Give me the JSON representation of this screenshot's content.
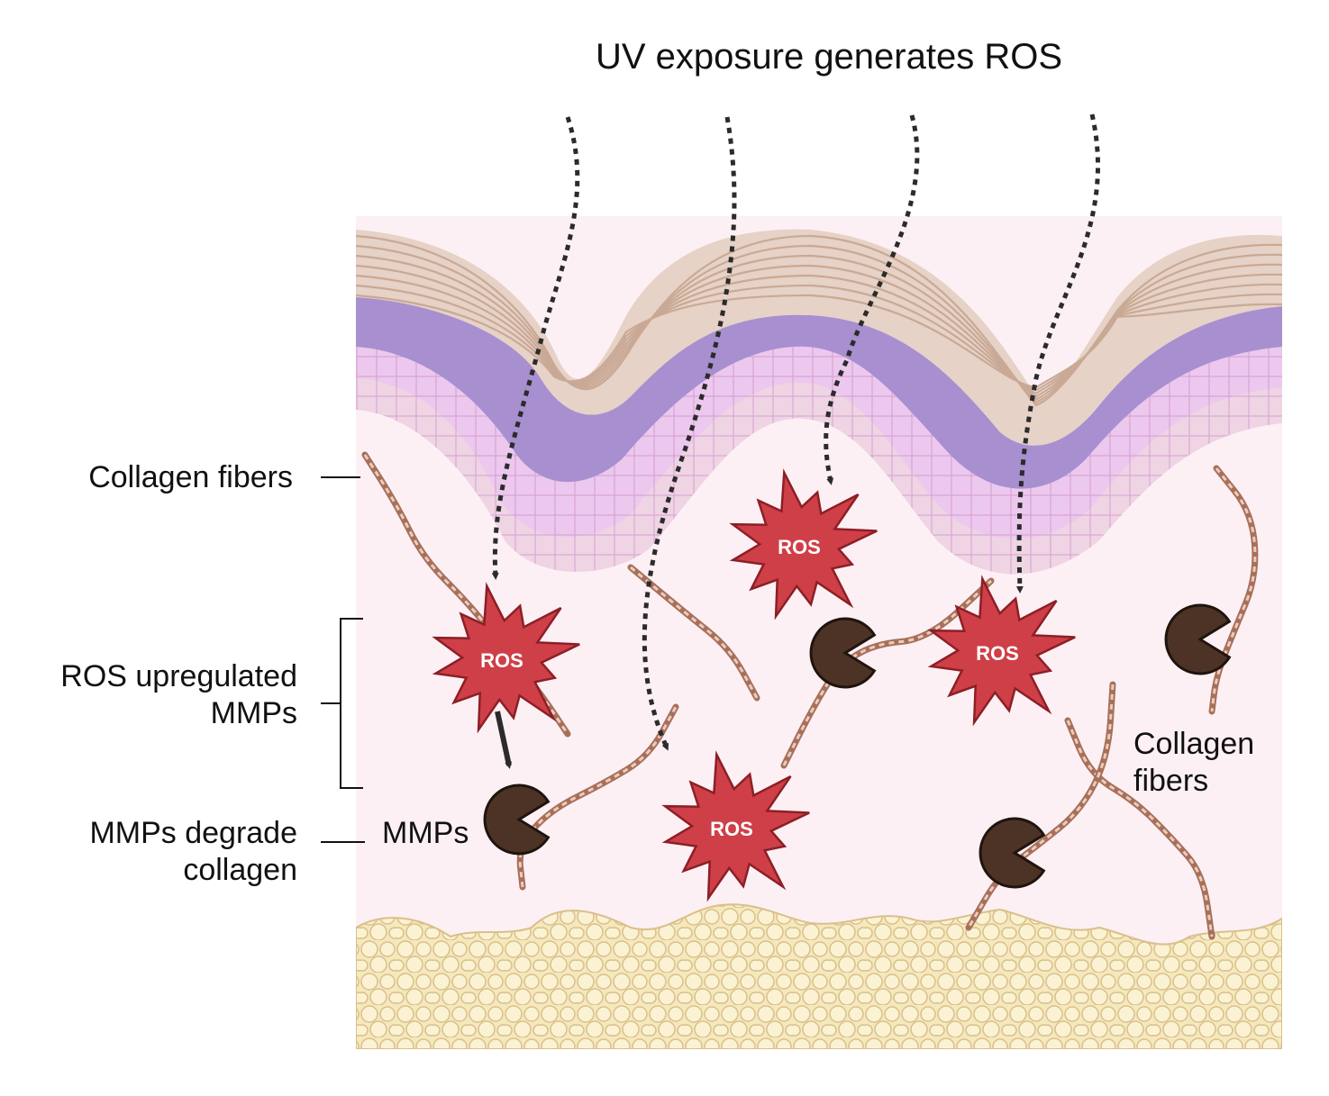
{
  "title": "UV exposure generates ROS",
  "labels": {
    "collagen_fibers_left": "Collagen fibers",
    "ros_upregulated_line1": "ROS upregulated",
    "ros_upregulated_line2": "MMPs",
    "mmps_degrade_line1": "MMPs degrade",
    "mmps_degrade_line2": "collagen",
    "mmps": "MMPs",
    "collagen_fibers_right_line1": "Collagen",
    "collagen_fibers_right_line2": "fibers"
  },
  "ros_label": "ROS",
  "colors": {
    "dermis": "#fcf0f5",
    "fat": "#f6e8bd",
    "fat_stroke": "#d9c08a",
    "ros_fill": "#cf3f47",
    "ros_stroke": "#8c1f26",
    "mmp_fill": "#4d3326",
    "stratum_corneum": "#c9a995",
    "basal_layer": "#efd4e3",
    "spinous_layer": "#ecc8ee",
    "granular_layer": "#a88fcf",
    "fiber": "#a8705a",
    "arrow": "#2b2b2b"
  }
}
